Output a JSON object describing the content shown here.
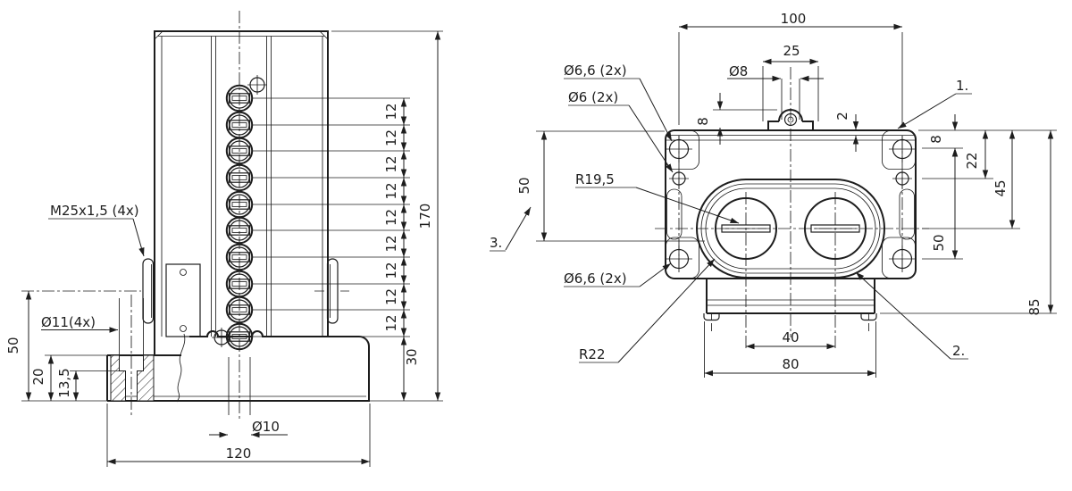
{
  "title": "technical-drawing-terminal-block",
  "side_view": {
    "labels": {
      "thread": "M25x1,5 (4x)",
      "hole4": "Ø11(4x)",
      "hole_bottom": "Ø10",
      "h50": "50",
      "h20": "20",
      "h135": "13,5",
      "w120": "120",
      "h30": "30",
      "h170": "170",
      "pitch": "12"
    }
  },
  "front_view": {
    "labels": {
      "w100": "100",
      "w25": "25",
      "d8": "Ø8",
      "d66_top": "Ø6,6 (2x)",
      "d6": "Ø6 (2x)",
      "d66_bottom": "Ø6,6 (2x)",
      "lug8": "8",
      "lip2": "2",
      "r8": "8",
      "dim22": "22",
      "dim45": "45",
      "dim50_right": "50",
      "dim50_left": "50",
      "dim85": "85",
      "rad_inner": "R19,5",
      "rad_outer": "R22",
      "w40": "40",
      "w80": "80",
      "note1": "1.",
      "note2": "2.",
      "note3": "3."
    }
  },
  "colors": {
    "ink": "#1d1d1d",
    "background": "#ffffff"
  }
}
